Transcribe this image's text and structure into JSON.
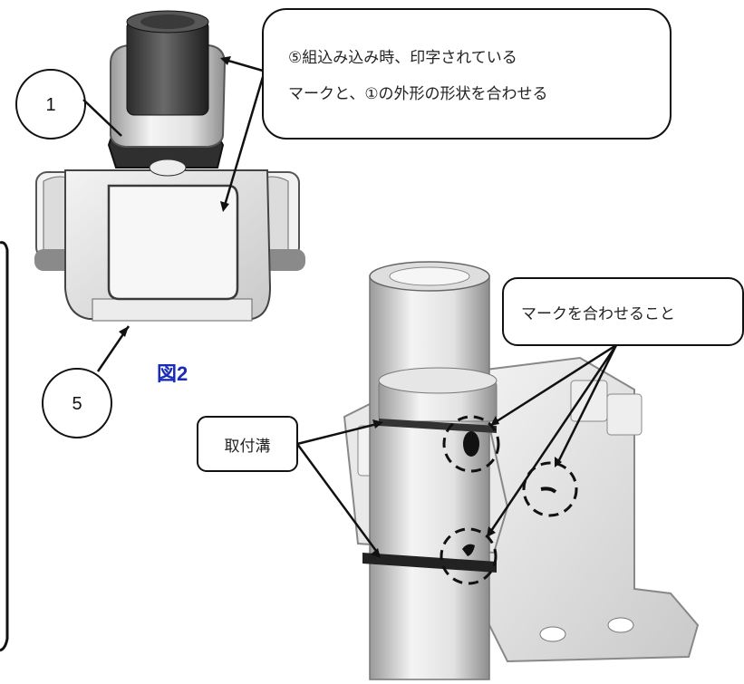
{
  "figure_label": "図2",
  "callout_top": {
    "line1": "⑤組込み込み時、印字されている",
    "line2": "マークと、①の外形の形状を合わせる"
  },
  "callout_mark": "マークを合わせること",
  "callout_groove": "取付溝",
  "part_numbers": [
    "1",
    "5"
  ],
  "colors": {
    "figure_label": "#1a2bb8",
    "outline": "#111111"
  }
}
